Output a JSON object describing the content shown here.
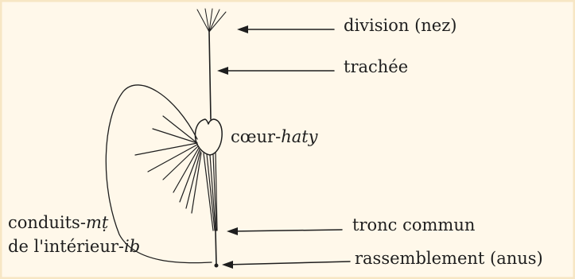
{
  "labels": {
    "division": "division (nez)",
    "trachee": "trachée",
    "coeur": "cœur-",
    "coeur_italic": "haty",
    "conduits": "conduits-",
    "conduits_italic": "mṭ",
    "interieur": "de l'intérieur-",
    "interieur_italic": "ib",
    "tronc": "tronc commun",
    "rassemblement": "rassemblement (anus)"
  },
  "colors": {
    "ink": "#1e1e1e",
    "paper": "#fff8ea",
    "frame": "#f7e6c4"
  }
}
